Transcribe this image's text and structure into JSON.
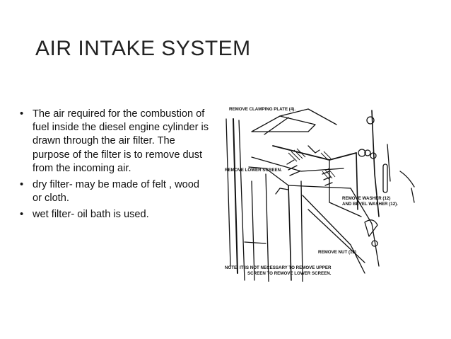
{
  "slide": {
    "title": "AIR INTAKE SYSTEM",
    "bullets": [
      "The air required for the combustion of fuel inside the diesel engine cylinder is drawn through the air filter. The purpose of the filter is to remove dust from the incoming air.",
      "dry filter- may be made of felt , wood or cloth.",
      "wet filter- oil bath is used."
    ],
    "bullet_glyph": "•"
  },
  "figure": {
    "labels": {
      "clamping_plate": "REMOVE CLAMPING PLATE (4).",
      "lower_screen": "REMOVE LOWER SCREEN.",
      "washer_line1": "REMOVE WASHER (12)",
      "washer_line2": "AND BEVEL WASHER (12).",
      "nut": "REMOVE NUT (12)",
      "note_line1": "NOTE: IT IS NOT NECESSARY TO REMOVE UPPER",
      "note_line2": "SCREEN TO REMOVE LOWER SCREEN."
    }
  }
}
